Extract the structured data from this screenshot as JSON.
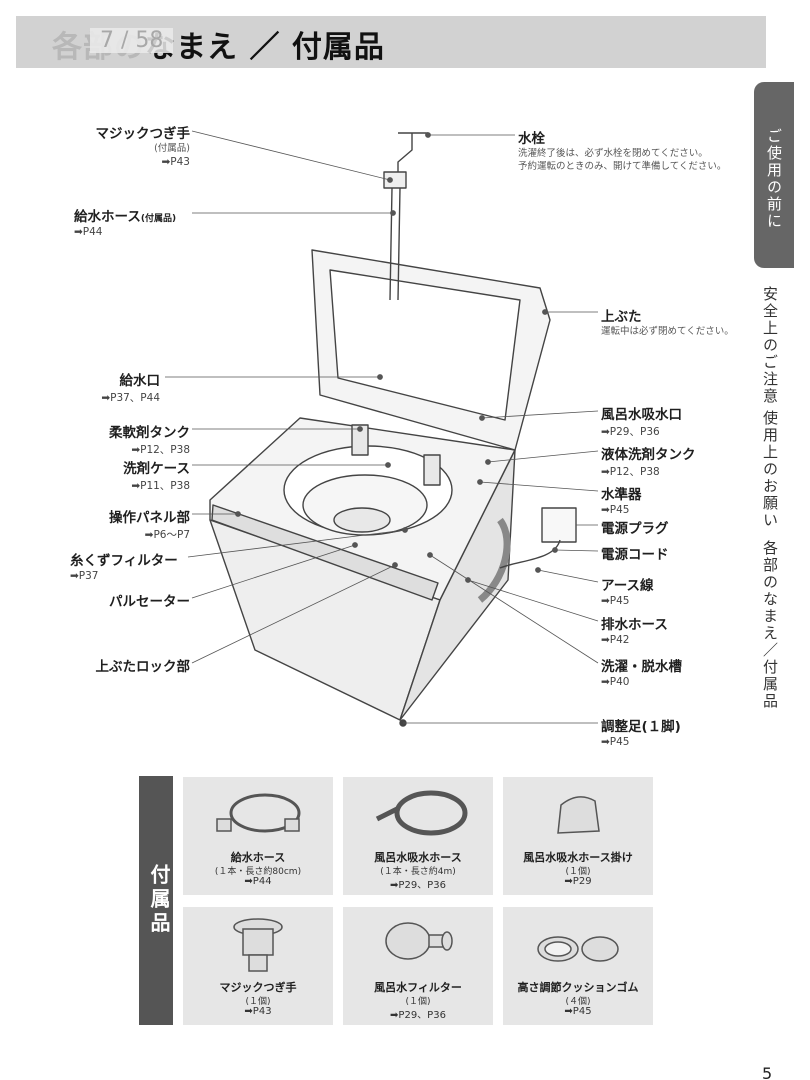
{
  "header": {
    "page_counter": "7 / 58",
    "title_first": "各部の",
    "title_rest": "なまえ ／ 付属品"
  },
  "side_tabs": [
    "ご使用の前に",
    "安全上のご注意",
    "使用上のお願い",
    "各部のなまえ／付属品"
  ],
  "parts": {
    "magic_joint": {
      "name": "マジックつぎ手",
      "sub": "(付属品)",
      "ref": "➡P43"
    },
    "supply_hose": {
      "name": "給水ホース",
      "sub": "(付属品)",
      "ref": "➡P44"
    },
    "supply_port": {
      "name": "給水口",
      "ref": "➡P37、P44"
    },
    "softener_tank": {
      "name": "柔軟剤タンク",
      "ref": "➡P12、P38"
    },
    "detergent_case": {
      "name": "洗剤ケース",
      "ref": "➡P11、P38"
    },
    "control_panel": {
      "name": "操作パネル部",
      "ref": "➡P6～P7"
    },
    "lint_filter": {
      "name": "糸くずフィルター",
      "ref": "➡P37"
    },
    "pulsator": {
      "name": "パルセーター"
    },
    "lid_lock": {
      "name": "上ぶたロック部"
    },
    "faucet": {
      "name": "水栓",
      "note1": "洗濯終了後は、必ず水栓を閉めてください。",
      "note2": "予約運転のときのみ、開けて準備してください。"
    },
    "top_lid": {
      "name": "上ぶた",
      "note": "運転中は必ず閉めてください。"
    },
    "bath_intake": {
      "name": "風呂水吸水口",
      "ref": "➡P29、P36"
    },
    "liquid_tank": {
      "name": "液体洗剤タンク",
      "ref": "➡P12、P38"
    },
    "level": {
      "name": "水準器",
      "ref": "➡P45"
    },
    "power_plug": {
      "name": "電源プラグ"
    },
    "power_cord": {
      "name": "電源コード"
    },
    "ground_wire": {
      "name": "アース線",
      "ref": "➡P45"
    },
    "drain_hose": {
      "name": "排水ホース",
      "ref": "➡P42"
    },
    "tub": {
      "name": "洗濯・脱水槽",
      "ref": "➡P40"
    },
    "foot": {
      "name": "調整足(１脚)",
      "ref": "➡P45"
    }
  },
  "accessories": {
    "title": "付属品",
    "items": [
      {
        "name": "給水ホース",
        "qty": "(１本・長さ約80cm)",
        "ref": "➡P44"
      },
      {
        "name": "風呂水吸水ホース",
        "qty": "(１本・長さ約4m)",
        "ref": "➡P29、P36"
      },
      {
        "name": "風呂水吸水ホース掛け",
        "qty": "(１個)",
        "ref": "➡P29"
      },
      {
        "name": "マジックつぎ手",
        "qty": "(１個)",
        "ref": "➡P43"
      },
      {
        "name": "風呂水フィルター",
        "qty": "(１個)",
        "ref": "➡P29、P36"
      },
      {
        "name": "高さ調節クッションゴム",
        "qty": "(４個)",
        "ref": "➡P45"
      }
    ]
  },
  "page_number": "5"
}
